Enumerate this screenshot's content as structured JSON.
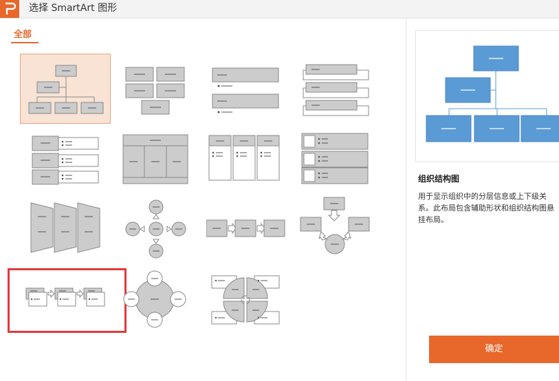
{
  "window": {
    "title": "选择 SmartArt 图形",
    "logo_icon": "wps-presentation-logo-icon",
    "accent": "#e8672b"
  },
  "categories": {
    "active_tab": "全部"
  },
  "gallery": {
    "items": [
      {
        "name": "organization-chart"
      },
      {
        "name": "basic-block-list"
      },
      {
        "name": "vertical-bullet-list"
      },
      {
        "name": "stacked-list"
      },
      {
        "name": "vertical-box-list"
      },
      {
        "name": "table-hierarchy"
      },
      {
        "name": "vertical-bracket-list"
      },
      {
        "name": "picture-list"
      },
      {
        "name": "trapezoid-list"
      },
      {
        "name": "radial-cycle"
      },
      {
        "name": "basic-process"
      },
      {
        "name": "converging-arrows"
      },
      {
        "name": "step-process"
      },
      {
        "name": "radial-list"
      },
      {
        "name": "matrix-cycle"
      }
    ],
    "selected_index": 0,
    "highlighted_index": 12
  },
  "preview": {
    "title": "组织结构图",
    "description": "用于显示组织中的分层信息或上下级关系。此布局包含辅助形状和组织结构图悬挂布局。"
  },
  "footer": {
    "ok_label": "确定"
  }
}
